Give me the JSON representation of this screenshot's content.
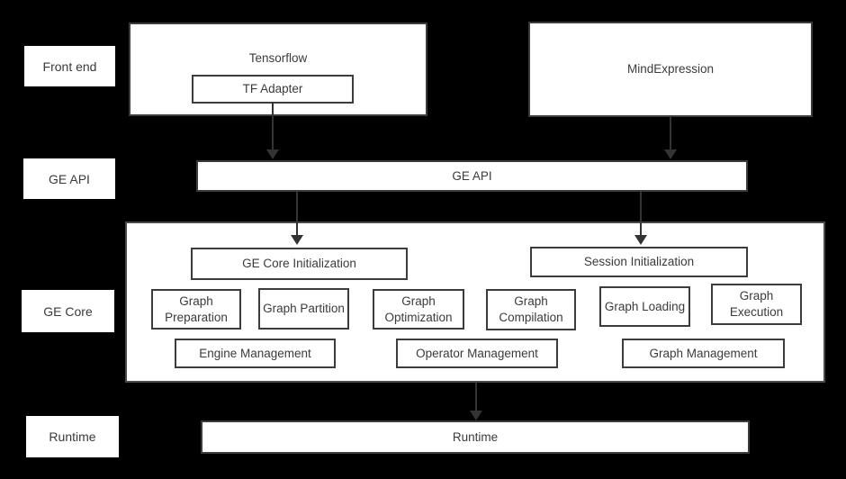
{
  "layers": [
    {
      "label": "Front end"
    },
    {
      "label": "GE API"
    },
    {
      "label": "GE Core"
    },
    {
      "label": "Runtime"
    }
  ],
  "front_end": {
    "tensorflow_label": "Tensorflow",
    "tf_adapter_label": "TF Adapter",
    "mindexpression_label": "MindExpression"
  },
  "ge_api": {
    "label": "GE API"
  },
  "ge_core": {
    "initialization": [
      "GE Core Initialization",
      "Session Initialization"
    ],
    "stages": [
      "Graph Preparation",
      "Graph Partition",
      "Graph Optimization",
      "Graph Compilation",
      "Graph Loading",
      "Graph Execution"
    ],
    "management": [
      "Engine Management",
      "Operator Management",
      "Graph Management"
    ]
  },
  "runtime": {
    "label": "Runtime"
  },
  "colors": {
    "background": "#000000",
    "box_fill": "#ffffff",
    "box_border": "#3c3c3c",
    "text": "#3b3b3b",
    "arrow": "#333333"
  }
}
